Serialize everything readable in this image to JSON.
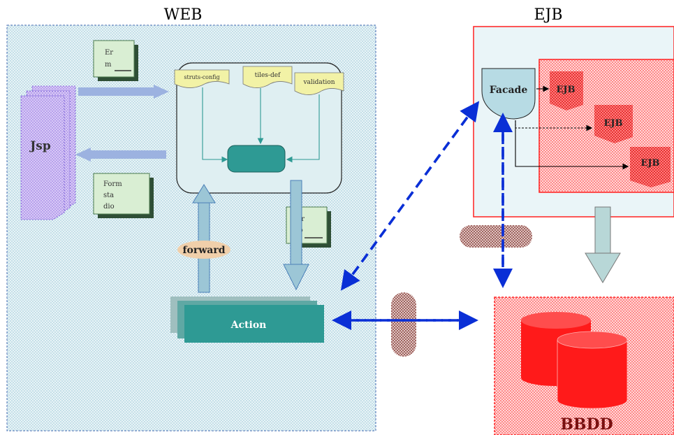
{
  "diagram": {
    "web_title": "WEB",
    "ejb_title": "EJB",
    "jsp_label": "Jsp",
    "config_docs": [
      "struts-config",
      "tiles-def",
      "validation"
    ],
    "form_doc_label": "Form\nsta\ndio",
    "forward_label": "forward",
    "action_label": "Action",
    "facade_label": "Facade",
    "ejb_labels": [
      "EJB",
      "EJB",
      "EJB"
    ],
    "database_label": "BBDD",
    "colors": {
      "web_bg": "#d9ecf3",
      "ejb_border": "#ff0000",
      "ejb_fill": "#ff9999",
      "db_fill": "#ff1a1a",
      "teal": "#2e9a94",
      "arrow_blue": "#0a2fd6",
      "yellow_doc": "#f2f2a6",
      "green_doc": "#d5ead0",
      "jsp_purple": "#c9b3f0",
      "connector": "#b89a96"
    }
  }
}
